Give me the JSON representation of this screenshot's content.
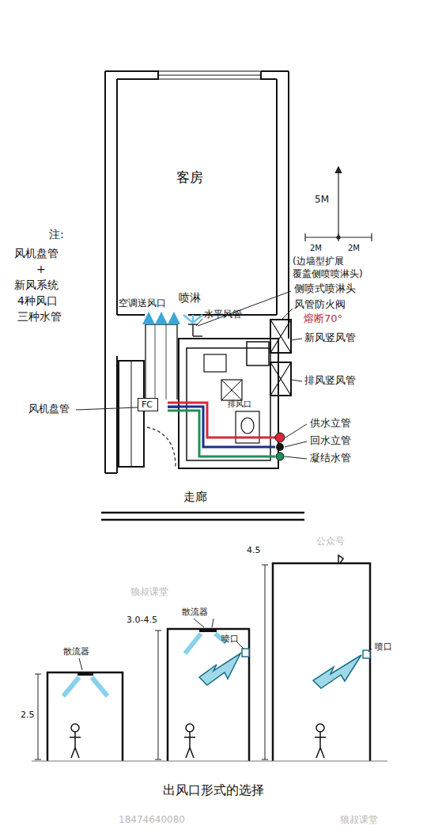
{
  "diagram": {
    "caption": "出风口形式的选择",
    "nodes": [
      {
        "text": [
          "客房"
        ]
      },
      {
        "text": [
          "FC"
        ]
      }
    ],
    "labels": [
      "注:",
      "风机盘管",
      "+",
      "新风系统",
      "4种风口",
      "三种水管",
      "空调送风口",
      "喷淋",
      "水平风管",
      "5M",
      "2M",
      "2M",
      "(边墙型扩展",
      "覆盖侧喷喷淋头)",
      "侧喷式喷淋头",
      "风管防火阀",
      "熔断70°",
      "新风竖风管",
      "排风竖风管",
      "风机盘管",
      "排风口",
      "供水立管",
      "回水立管",
      "凝结水管",
      "走廊",
      "散流器",
      "散流器",
      "喷口",
      "喷口",
      "2.5",
      "3.0-4.5",
      "4.5",
      "狼叔课堂",
      "公众号",
      "18474640080",
      "狼叔课堂"
    ]
  }
}
